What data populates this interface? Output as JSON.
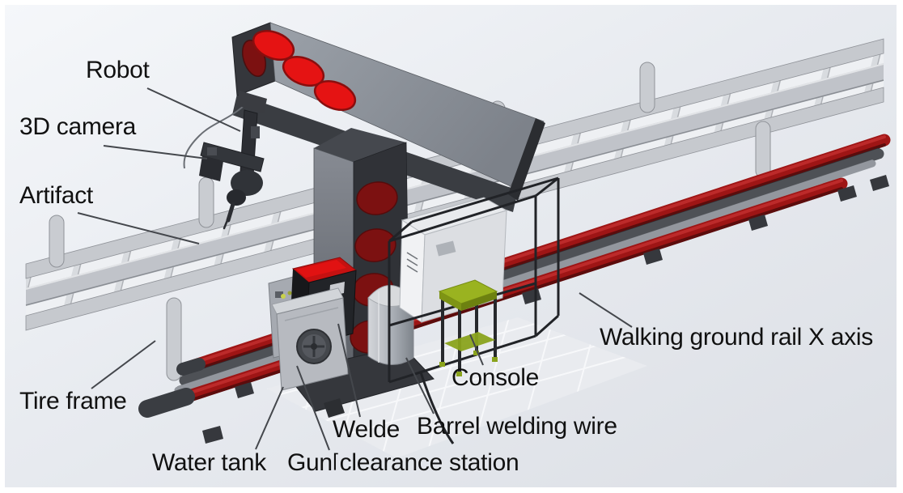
{
  "figure": {
    "type": "annotated-cad-diagram",
    "subject": "robotic welding workstation",
    "labels": {
      "robot": "Robot",
      "camera": "3D camera",
      "artifact": "Artifact",
      "tire_frame": "Tire frame",
      "water_tank": "Water tank",
      "welder": "Welde",
      "gun_station_pre": "Gun",
      "gun_station_mark": "⌈",
      "gun_station_post": "clearance station",
      "barrel": "Barrel welding wire",
      "console": "Console",
      "ground_rail": "Walking ground rail X axis"
    },
    "colors": {
      "beacon_red": "#e51313",
      "beacon_rim": "#8a0e0e",
      "dark_red": "#7c1111",
      "rail_red": "#9e1515",
      "cart_green": "#9ab320",
      "structure_dark": "#303237",
      "structure_gray": "#8d939c",
      "frame_light": "#c6c9ce",
      "background": "#e4e7ec",
      "label_color": "#111111",
      "leader_color": "#44474c"
    }
  }
}
